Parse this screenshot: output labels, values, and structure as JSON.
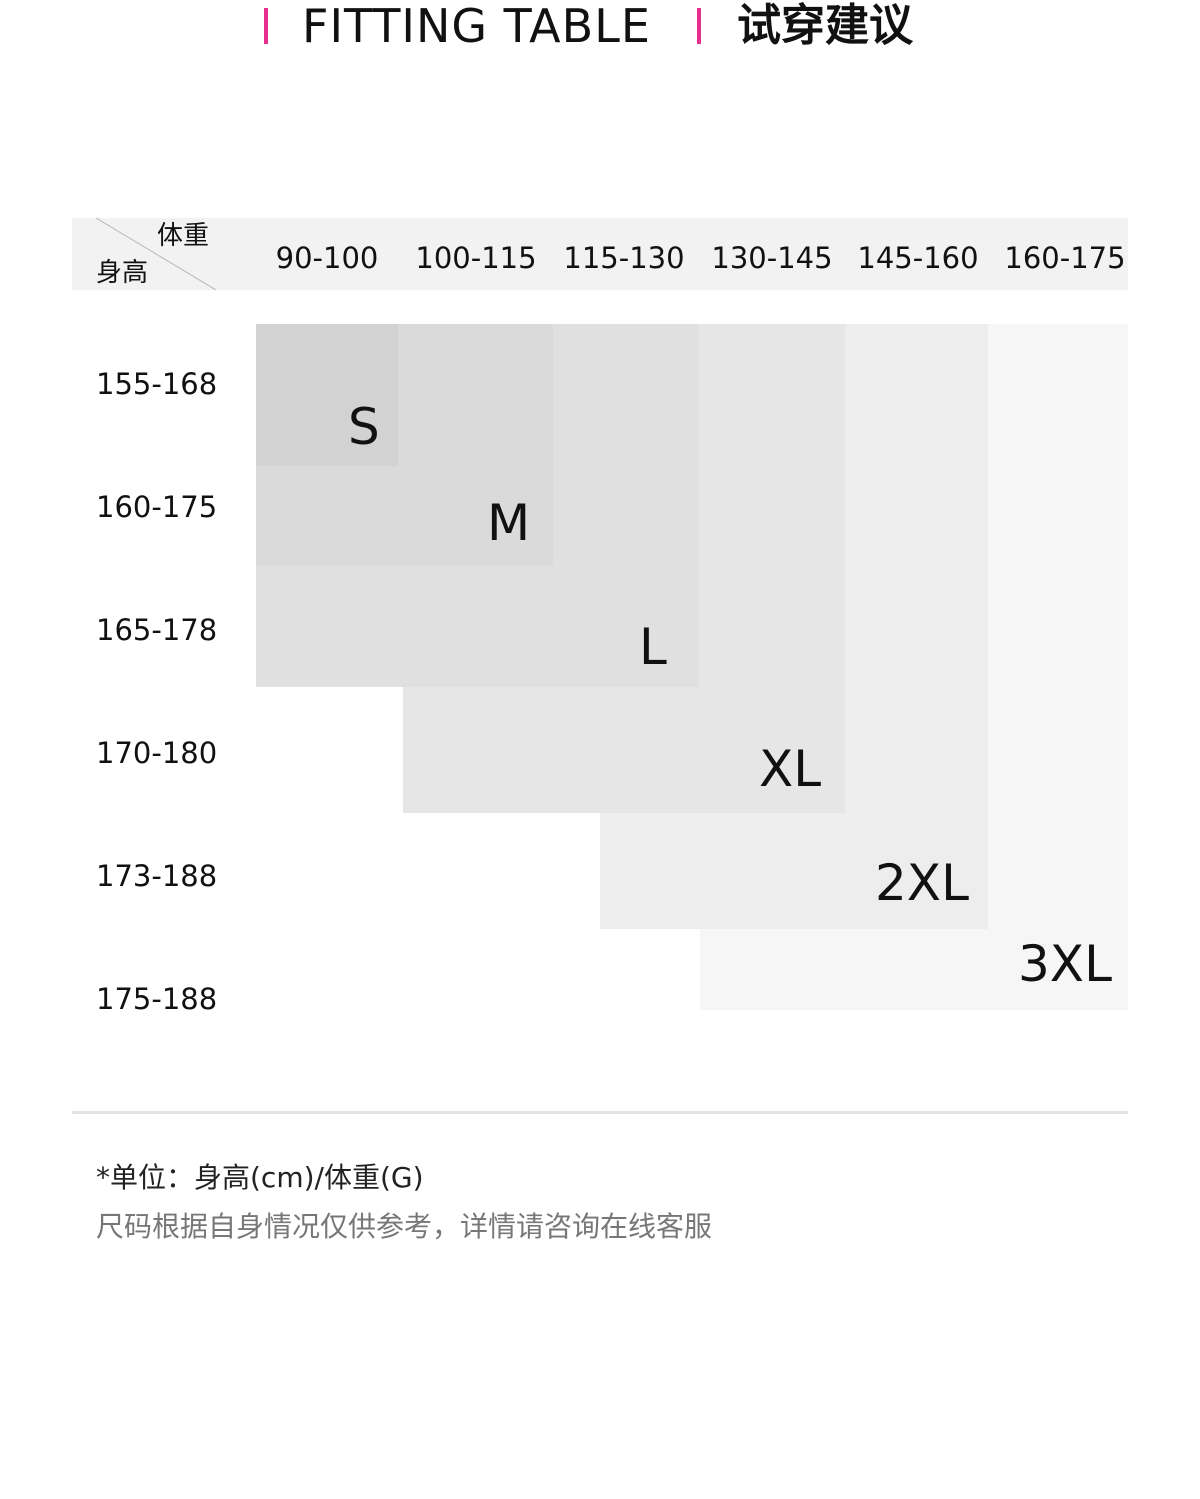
{
  "title": {
    "en": "FITTING TABLE",
    "zh": "试穿建议",
    "accent_color": "#e5308f"
  },
  "table": {
    "corner": {
      "weight_label": "体重",
      "height_label": "身高"
    },
    "weight_ranges": [
      "90-100",
      "100-115",
      "115-130",
      "130-145",
      "145-160",
      "160-175"
    ],
    "height_ranges": [
      "155-168",
      "160-175",
      "165-178",
      "170-180",
      "173-188",
      "175-188"
    ],
    "sizes": [
      {
        "label": "S",
        "color": "#d2d2d2"
      },
      {
        "label": "M",
        "color": "#dadada"
      },
      {
        "label": "L",
        "color": "#e0e0e0"
      },
      {
        "label": "XL",
        "color": "#e6e6e6"
      },
      {
        "label": "2XL",
        "color": "#ededed"
      },
      {
        "label": "3XL",
        "color": "#f6f6f6"
      }
    ]
  },
  "notes": {
    "unit": "*单位：身高(cm)/体重(G)",
    "disclaimer": "尺码根据自身情况仅供参考，详情请咨询在线客服"
  }
}
